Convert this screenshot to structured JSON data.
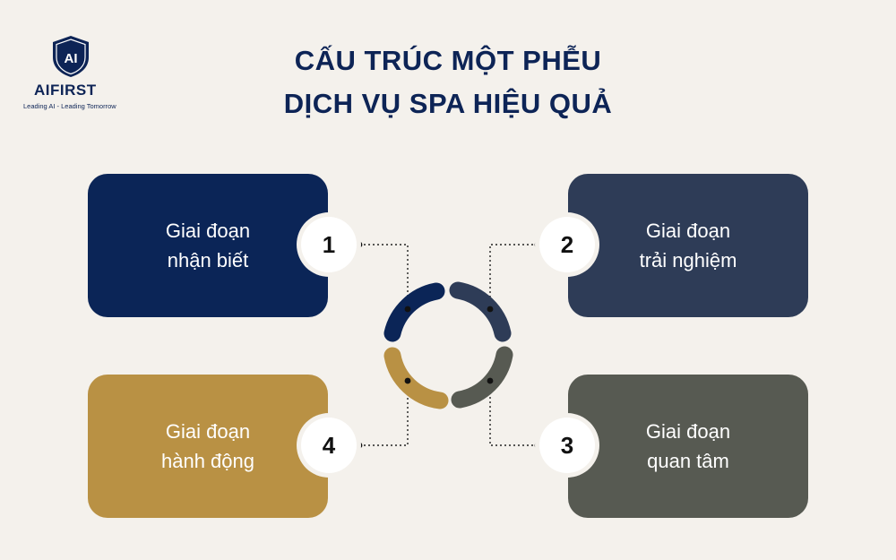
{
  "logo": {
    "mark_text": "AI",
    "name": "AIFIRST",
    "tagline": "Leading AI - Leading Tomorrow"
  },
  "title": {
    "line1": "CẤU TRÚC MỘT PHỄU",
    "line2": "DỊCH VỤ SPA HIỆU QUẢ"
  },
  "stages": [
    {
      "number": "1",
      "line1": "Giai đoạn",
      "line2": "nhận biết",
      "color": "#0b2557"
    },
    {
      "number": "2",
      "line1": "Giai đoạn",
      "line2": "trải nghiệm",
      "color": "#2e3c57"
    },
    {
      "number": "3",
      "line1": "Giai đoạn",
      "line2": "quan tâm",
      "color": "#575a52"
    },
    {
      "number": "4",
      "line1": "Giai đoạn",
      "line2": "hành động",
      "color": "#b99144"
    }
  ],
  "colors": {
    "background": "#f4f1ec",
    "title": "#0d2456"
  }
}
